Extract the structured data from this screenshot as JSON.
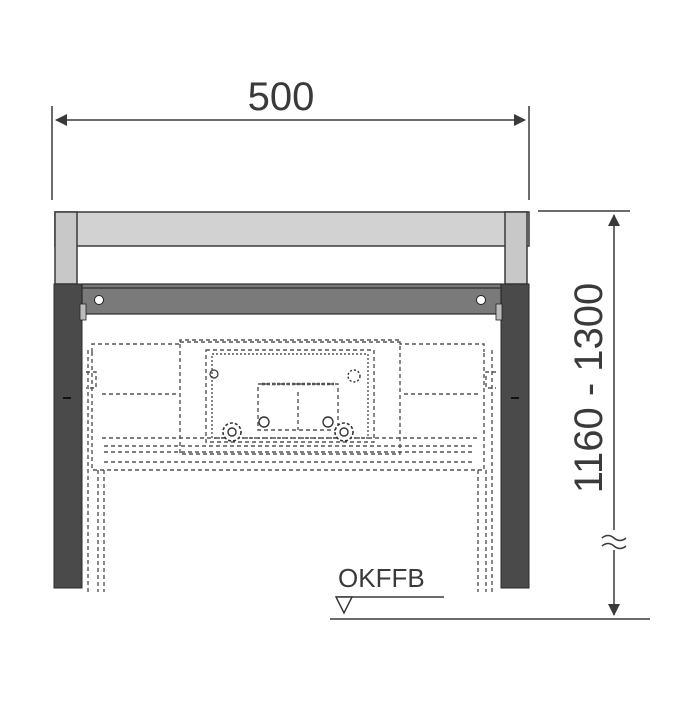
{
  "drawing": {
    "width_dimension": "500",
    "height_dimension": "1160 - 1300",
    "floor_level_label": "OKFFB"
  },
  "colors": {
    "line": "#3a3a3a",
    "frame_dark": "#4a4a4a",
    "frame_light": "#c8c8c8",
    "top_bar": "#d2d2d2",
    "dashed": "#555555"
  }
}
